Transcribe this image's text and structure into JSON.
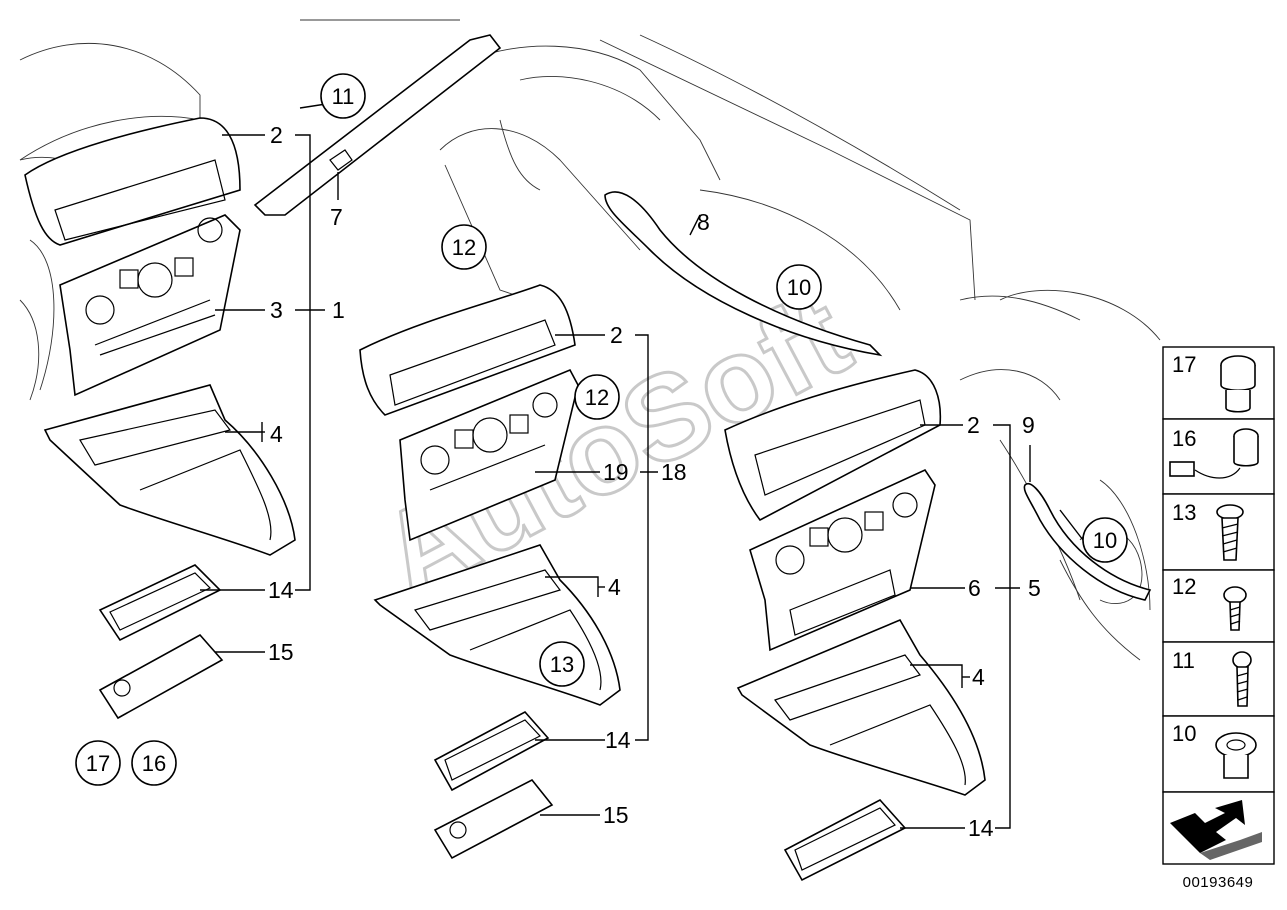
{
  "watermark": "AutoSoft",
  "document_number": "00193649",
  "callouts": {
    "c2a": "2",
    "c3": "3",
    "c1": "1",
    "c4a": "4",
    "c14a": "14",
    "c15a": "15",
    "c7": "7",
    "c8": "8",
    "c2b": "2",
    "c19": "19",
    "c18": "18",
    "c4b": "4",
    "c14b": "14",
    "c15b": "15",
    "c2c": "2",
    "c9": "9",
    "c6": "6",
    "c5": "5",
    "c4c": "4",
    "c14c": "14"
  },
  "circled": {
    "k11": "11",
    "k12a": "12",
    "k12b": "12",
    "k13": "13",
    "k10a": "10",
    "k10b": "10",
    "k17": "17",
    "k16": "16"
  },
  "legend": [
    {
      "number": "17",
      "icon": "socket-icon"
    },
    {
      "number": "16",
      "icon": "socket-with-cable-icon"
    },
    {
      "number": "13",
      "icon": "screw-icon"
    },
    {
      "number": "12",
      "icon": "short-screw-icon"
    },
    {
      "number": "11",
      "icon": "screw-icon"
    },
    {
      "number": "10",
      "icon": "expanding-nut-icon"
    },
    {
      "number": "",
      "icon": "direction-arrow-icon"
    }
  ]
}
